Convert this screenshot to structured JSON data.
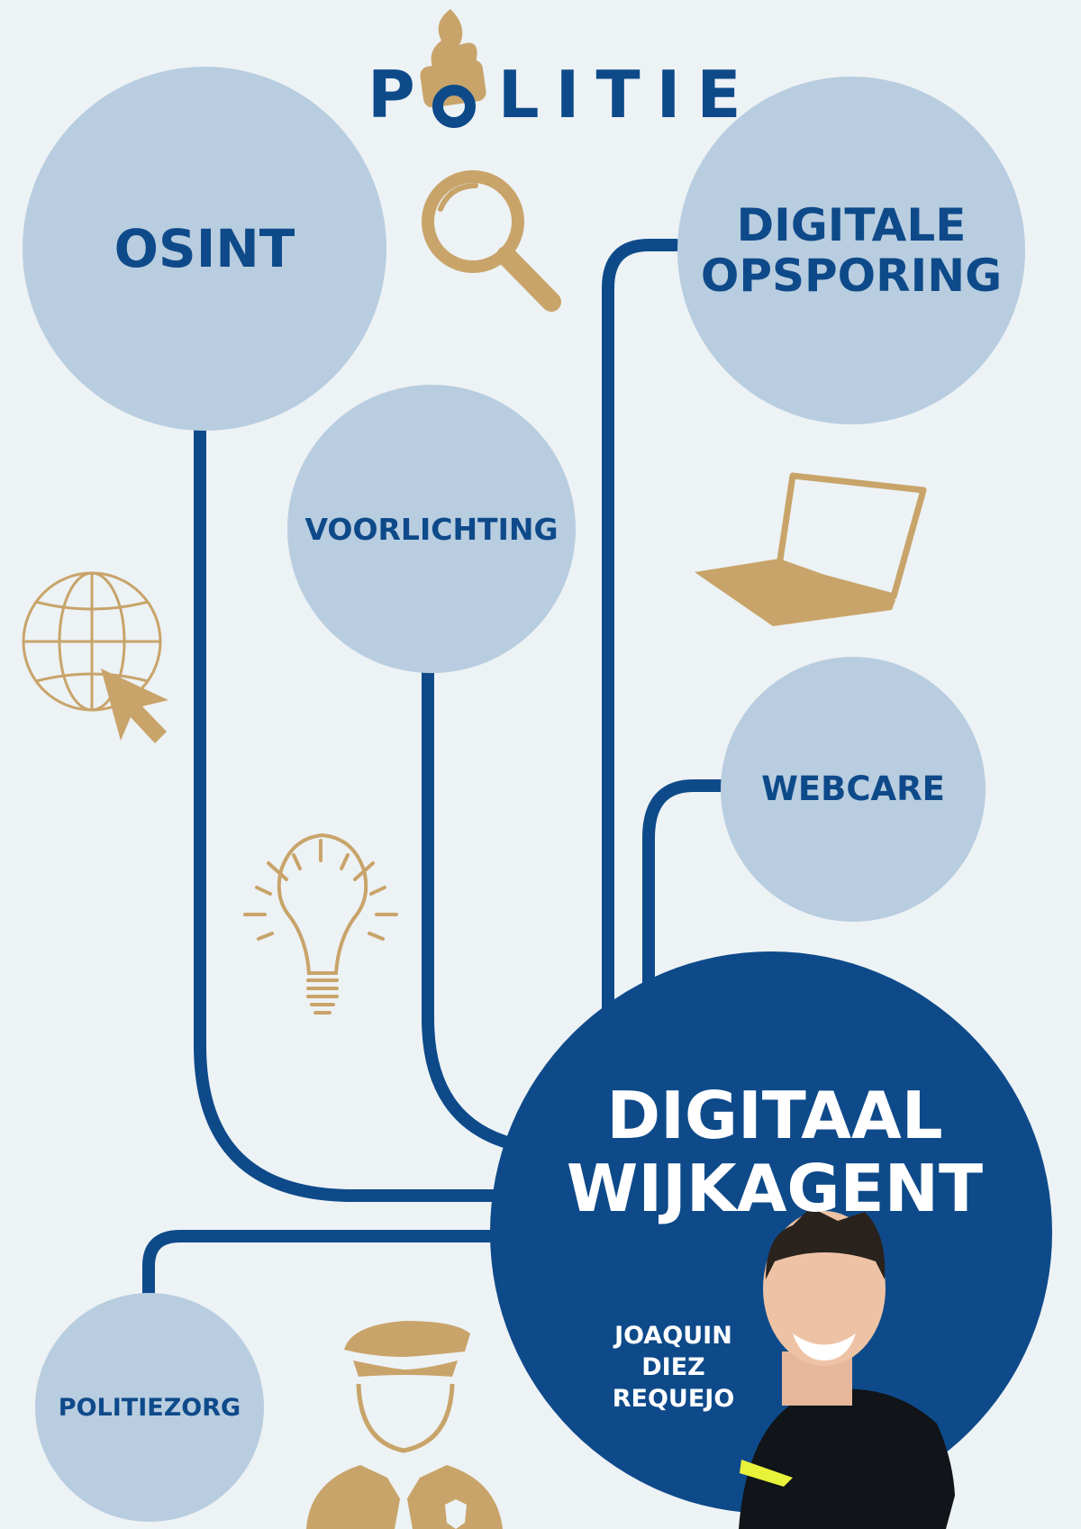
{
  "logo": {
    "text_left": "P",
    "text_right": "LITIE",
    "colors": {
      "navy": "#0e4a8a",
      "gold": "#c8a46a"
    }
  },
  "nodes": {
    "osint": "OSINT",
    "digitale_opsporing_line1": "DIGITALE",
    "digitale_opsporing_line2": "OPSPORING",
    "voorlichting": "VOORLICHTING",
    "webcare": "WEBCARE",
    "politiezorg": "POLITIEZORG"
  },
  "center": {
    "title_line1": "DIGITAAL",
    "title_line2": "WIJKAGENT",
    "person_line1": "JOAQUIN",
    "person_line2": "DIEZ",
    "person_line3": "REQUEJO"
  },
  "icons": [
    "magnifier-icon",
    "laptop-icon",
    "globe-cursor-icon",
    "lightbulb-icon",
    "police-officer-icon",
    "police-badge-icon"
  ],
  "colors": {
    "background": "#edf2f5",
    "bubble": "#b8cddf",
    "navy": "#0e4a8a",
    "connector": "#0e4a8a",
    "gold": "#c8a46a"
  }
}
